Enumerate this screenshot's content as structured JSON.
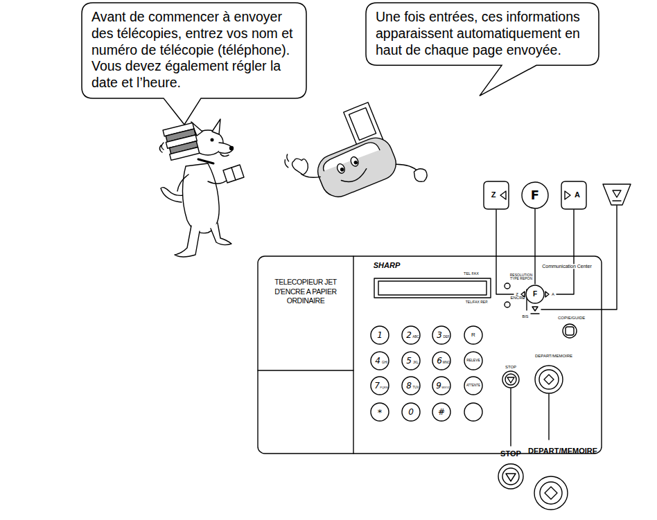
{
  "diagram": {
    "nodes": [
      {
        "text": [
          "Avant de commencer à envoyer des télécopies, entrez vos nom et numéro de télécopie (téléphone). Vous devez également régler la date et l’heure."
        ]
      },
      {
        "text": [
          "Une fois entrées, ces informations apparaissent automatiquement en haut de chaque page envoyée."
        ]
      }
    ],
    "labels": [
      "Z",
      "F",
      "A",
      "TELECOPIEUR JET D'ENCRE A PAPIER ORDINAIRE",
      "SHARP",
      "Communication Center",
      "TEL FAX",
      "RESOLUTION TYPE REPON",
      "ENCRE",
      "Z",
      "F",
      "A",
      "BIS",
      "TEL/FAX REP.",
      "1",
      "2",
      "ABC",
      "3",
      "DEF",
      "R",
      "4",
      "GHI",
      "5",
      "JKL",
      "6",
      "MNO",
      "RELEVE",
      "7",
      "PQRS",
      "8",
      "TUV",
      "9",
      "WXYZ",
      "ATTENTE",
      "*",
      "0",
      "#",
      "COPIE/GUIDE",
      "STOP",
      "DEPART/MEMOIRE",
      "STOP",
      "DEPART/MEMOIRE"
    ]
  }
}
